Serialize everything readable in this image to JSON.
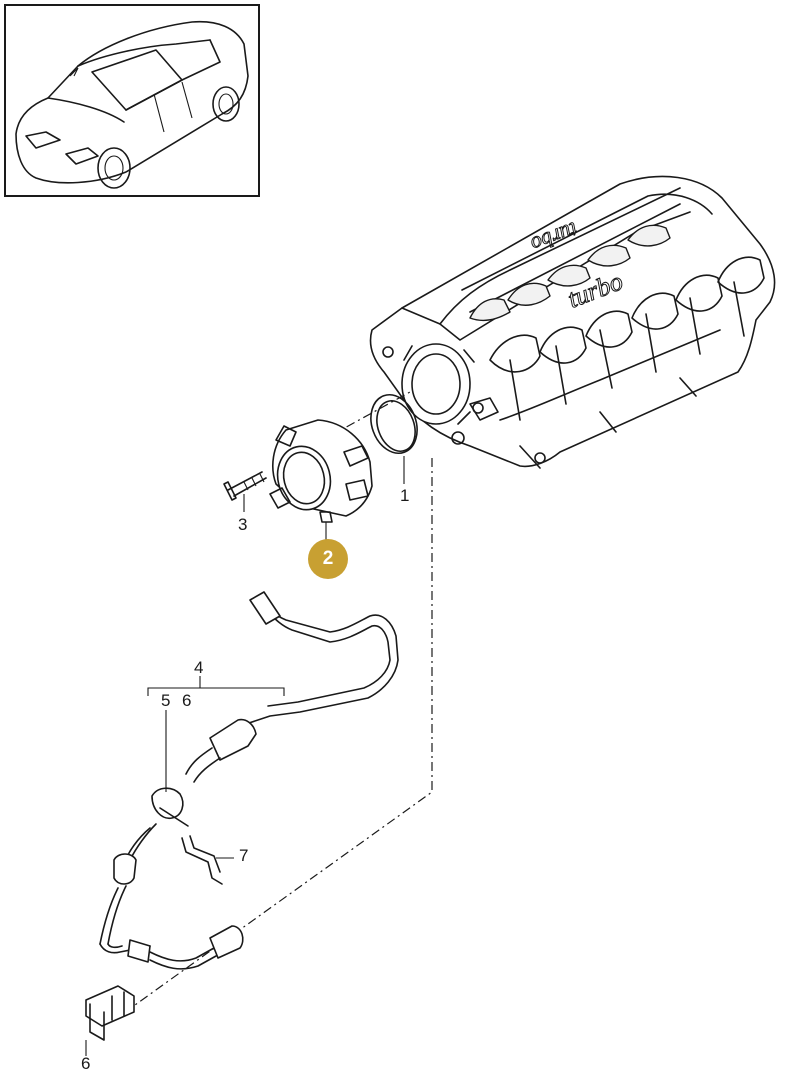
{
  "thumbnail": {
    "icon": "sports-car-thumbnail"
  },
  "manifold": {
    "logo_text": "turbo"
  },
  "labels": {
    "p1": "1",
    "p2": "2",
    "p3": "3",
    "p4": "4",
    "p5": "5",
    "p6a": "6",
    "p6b": "6",
    "p7": "7"
  },
  "highlight": {
    "part": "2",
    "color": "#c8a032"
  }
}
